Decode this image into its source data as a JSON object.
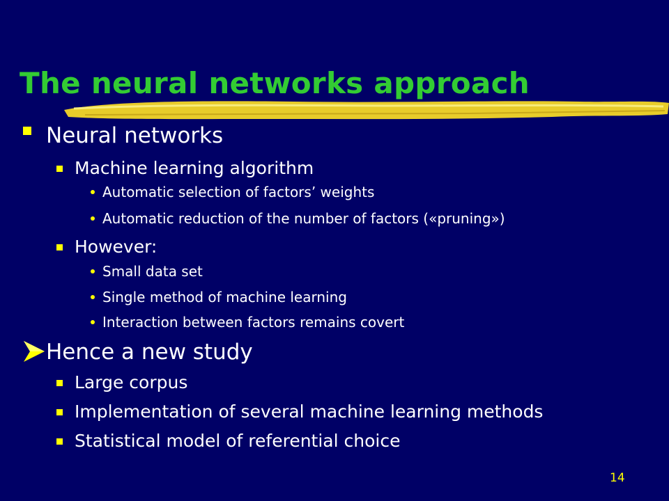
{
  "colors": {
    "background": "#000066",
    "title": "#33cc33",
    "text": "#ffffff",
    "bullet": "#ffff00",
    "brush_stroke": "#e8cc2a"
  },
  "title": "The neural networks approach",
  "page_number": "14",
  "content": {
    "section1": {
      "bullet_icon": "square-bullet",
      "heading": "Neural networks",
      "ml": {
        "bullet_icon": "small-square-bullet",
        "label": "Machine learning algorithm",
        "points": [
          "Automatic selection of factors’ weights",
          "Automatic reduction of the number of factors («pruning»)"
        ]
      },
      "however": {
        "bullet_icon": "small-square-bullet",
        "label": "However:",
        "points": [
          "Small data set",
          "Single method of machine learning",
          "Interaction between factors remains covert"
        ]
      }
    },
    "section2": {
      "bullet_icon": "arrowhead-bullet",
      "heading": "Hence a new study",
      "points": [
        "Large corpus",
        "Implementation of several machine learning methods",
        "Statistical model of referential choice"
      ]
    }
  }
}
